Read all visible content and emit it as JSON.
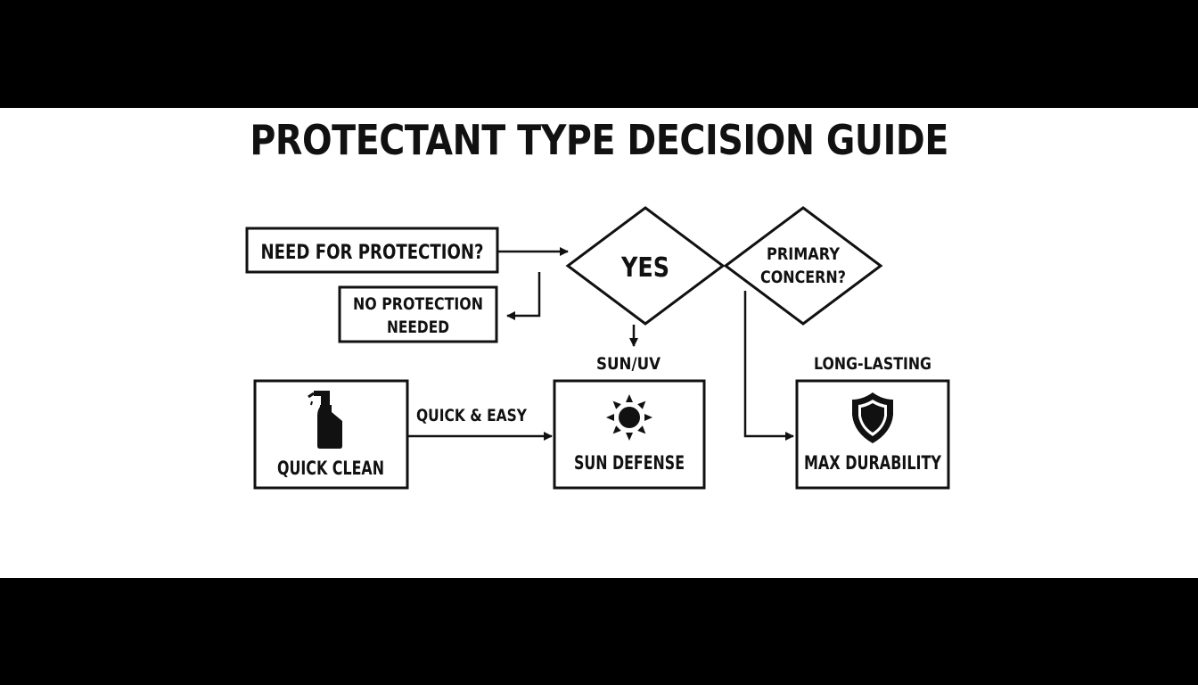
{
  "title": "PROTECTANT TYPE DECISION GUIDE",
  "colors": {
    "background": "#000000",
    "panel": "#ffffff",
    "ink": "#111111"
  },
  "nodes": {
    "need_protection": "NEED FOR PROTECTION?",
    "no_protection": [
      "NO PROTECTION",
      "NEEDED"
    ],
    "yes": "YES",
    "primary_concern": [
      "PRIMARY",
      "CONCERN?"
    ],
    "quick_clean": {
      "label": "QUICK CLEAN",
      "icon": "spray-bottle-icon"
    },
    "sun_defense": {
      "label": "SUN DEFENSE",
      "icon": "sun-icon"
    },
    "max_durability": {
      "label": "MAX DURABILITY",
      "icon": "shield-icon"
    }
  },
  "edge_labels": {
    "quick_easy": "QUICK & EASY",
    "sun_uv": "SUN/UV",
    "long_lasting": "LONG-LASTING"
  }
}
